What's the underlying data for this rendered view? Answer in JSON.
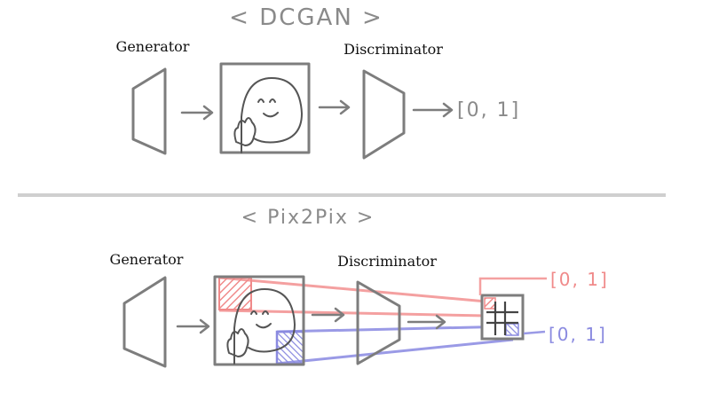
{
  "top": {
    "title": "< DCGAN >",
    "generator_label": "Generator",
    "discriminator_label": "Discriminator",
    "output": "[0, 1]"
  },
  "bottom": {
    "title": "< Pix2Pix >",
    "generator_label": "Generator",
    "discriminator_label": "Discriminator",
    "output_top": "[0, 1]",
    "output_bottom": "[0, 1]"
  },
  "colors": {
    "ink": "#7d7d7d",
    "divider": "#cfcfcf",
    "red": "#f08a8a",
    "blue": "#8a8ae0"
  }
}
